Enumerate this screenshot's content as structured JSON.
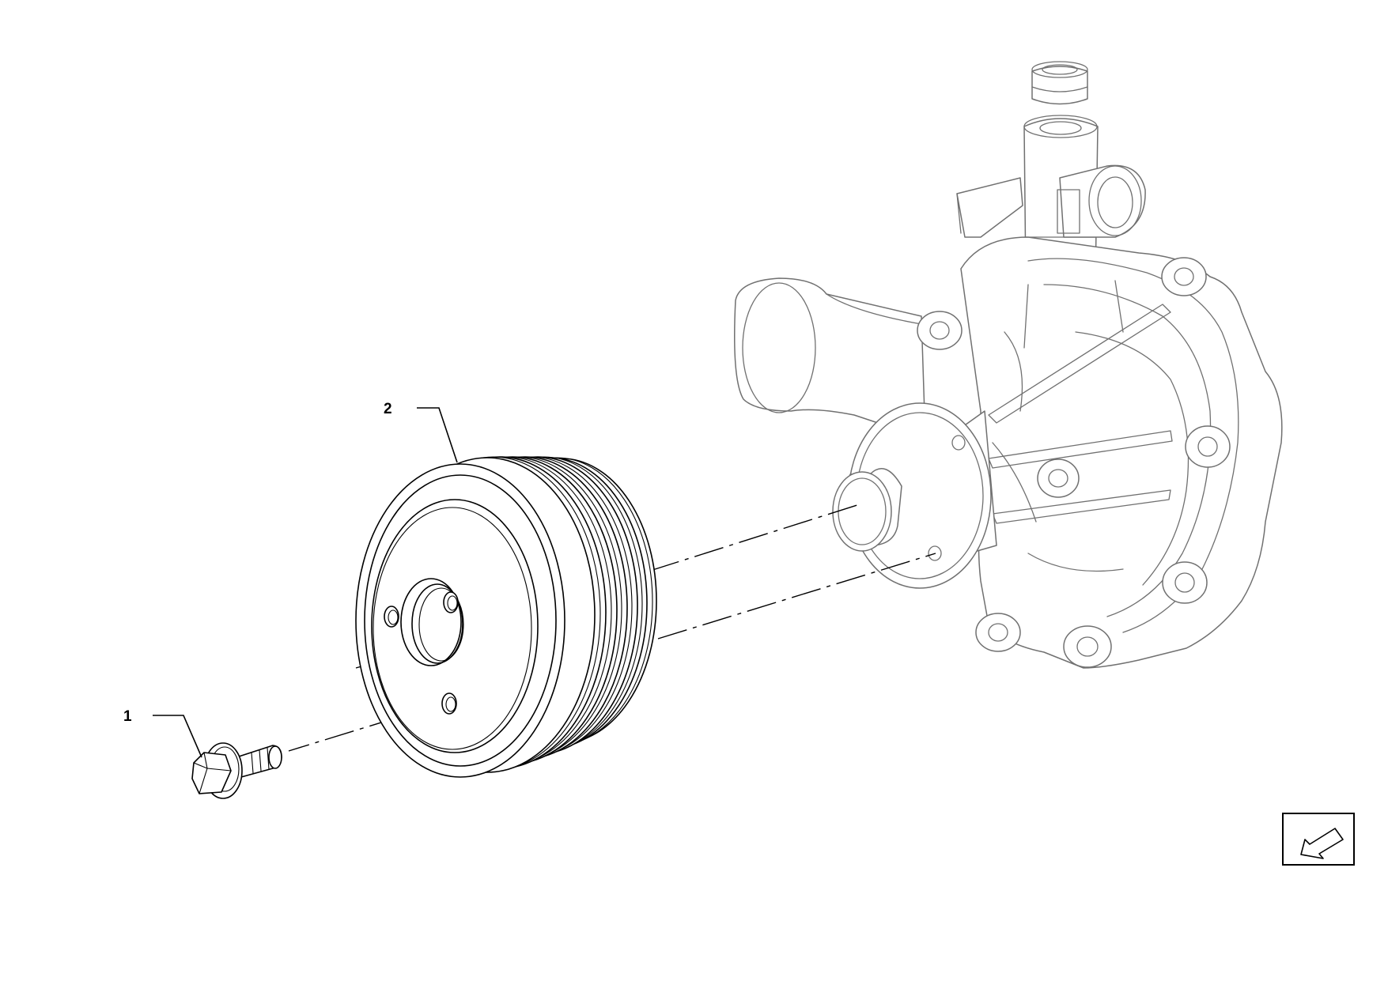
{
  "callouts": [
    {
      "id": "bolt",
      "label": "1"
    },
    {
      "id": "pulley",
      "label": "2"
    }
  ],
  "icons": {
    "nav_arrow": "arrow-down-left-icon"
  },
  "colors": {
    "line": "#000000",
    "background": "#ffffff",
    "pump_line": "#707070"
  }
}
